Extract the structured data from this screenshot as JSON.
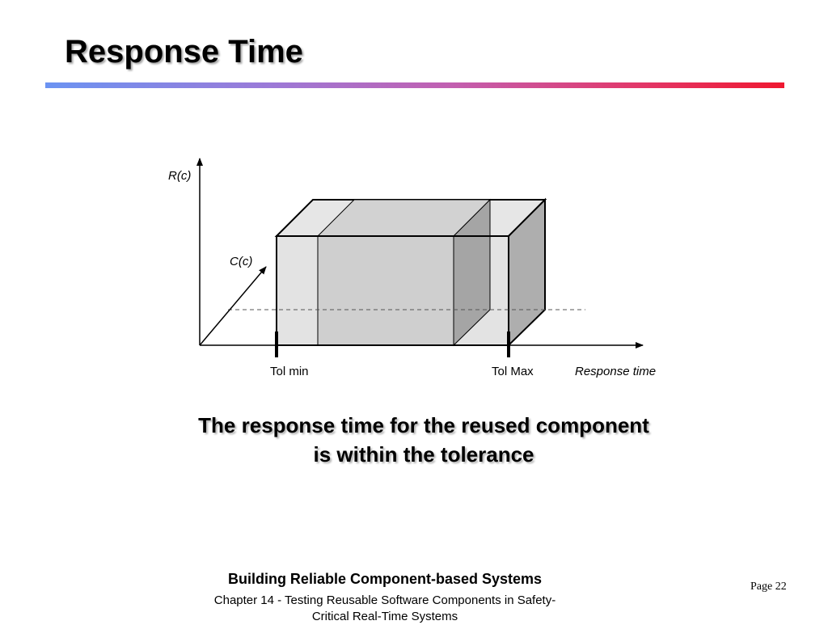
{
  "slide": {
    "title": "Response Time"
  },
  "diagram": {
    "y_axis_label": "R(c)",
    "z_axis_label": "C(c)",
    "x_axis_label": "Response time",
    "tick_left_label": "Tol min",
    "tick_right_label": "Tol Max"
  },
  "caption": {
    "line1": "The response time for the reused component",
    "line2": "is within the tolerance"
  },
  "footer": {
    "title": "Building Reliable Component-based Systems",
    "subtitle_line1": "Chapter 14 - Testing Reusable Software Components in Safety-",
    "subtitle_line2": "Critical Real-Time Systems",
    "page": "Page 22"
  }
}
